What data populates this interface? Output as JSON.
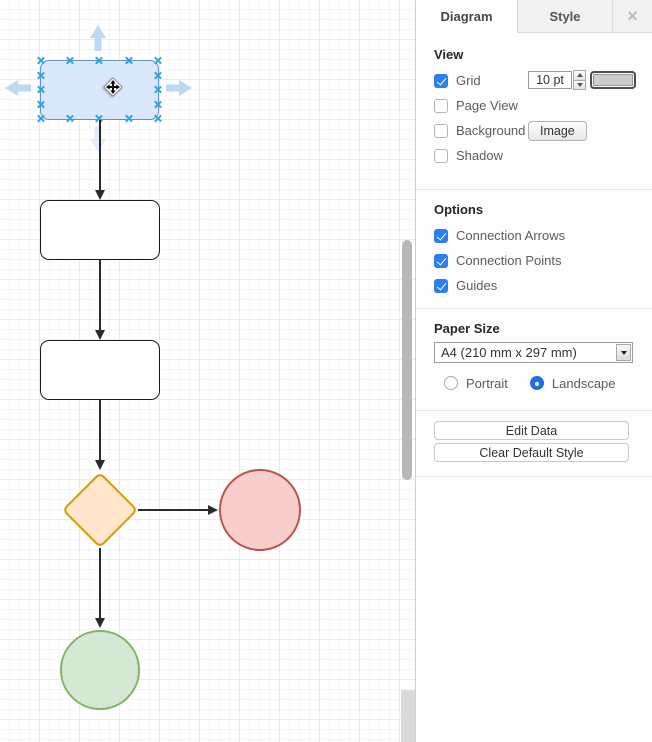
{
  "panel": {
    "tabs": [
      {
        "label": "Diagram",
        "active": true
      },
      {
        "label": "Style",
        "active": false
      }
    ],
    "close_icon": "×",
    "view": {
      "heading": "View",
      "grid": {
        "label": "Grid",
        "checked": true,
        "size_value": "10 pt"
      },
      "page_view": {
        "label": "Page View",
        "checked": false
      },
      "background": {
        "label": "Background",
        "checked": false,
        "button_label": "Image"
      },
      "shadow": {
        "label": "Shadow",
        "checked": false
      }
    },
    "options": {
      "heading": "Options",
      "items": [
        {
          "label": "Connection Arrows",
          "checked": true
        },
        {
          "label": "Connection Points",
          "checked": true
        },
        {
          "label": "Guides",
          "checked": true
        }
      ]
    },
    "paper_size": {
      "heading": "Paper Size",
      "selected": "A4 (210 mm x 297 mm)",
      "orientation": [
        {
          "label": "Portrait",
          "selected": false
        },
        {
          "label": "Landscape",
          "selected": true
        }
      ]
    },
    "actions": [
      {
        "label": "Edit Data"
      },
      {
        "label": "Clear Default Style"
      }
    ]
  },
  "canvas": {
    "grid_visible": true,
    "shapes": [
      {
        "name": "start-rect",
        "type": "rounded-rectangle",
        "selected": true,
        "fill": "#dae8fc",
        "stroke": "#6c8ebf"
      },
      {
        "name": "process-rect-1",
        "type": "rounded-rectangle",
        "fill": "#ffffff",
        "stroke": "#000000"
      },
      {
        "name": "process-rect-2",
        "type": "rounded-rectangle",
        "fill": "#ffffff",
        "stroke": "#000000"
      },
      {
        "name": "decision-diamond",
        "type": "diamond",
        "fill": "#ffe6cc",
        "stroke": "#d79b00"
      },
      {
        "name": "end-circle-red",
        "type": "ellipse",
        "fill": "#f8cecc",
        "stroke": "#b85450"
      },
      {
        "name": "end-circle-green",
        "type": "ellipse",
        "fill": "#d5e8d4",
        "stroke": "#82b366"
      }
    ],
    "connectors": [
      {
        "from": "start-rect",
        "to": "process-rect-1"
      },
      {
        "from": "process-rect-1",
        "to": "process-rect-2"
      },
      {
        "from": "process-rect-2",
        "to": "decision-diamond"
      },
      {
        "from": "decision-diamond",
        "to": "end-circle-red"
      },
      {
        "from": "decision-diamond",
        "to": "end-circle-green"
      }
    ]
  },
  "colors": {
    "accent_blue": "#2d7ff0",
    "connection_point": "#2ea3e0",
    "direction_arrow": "#bcd9f4",
    "scrollbar_thumb": "#b7b7b7"
  }
}
